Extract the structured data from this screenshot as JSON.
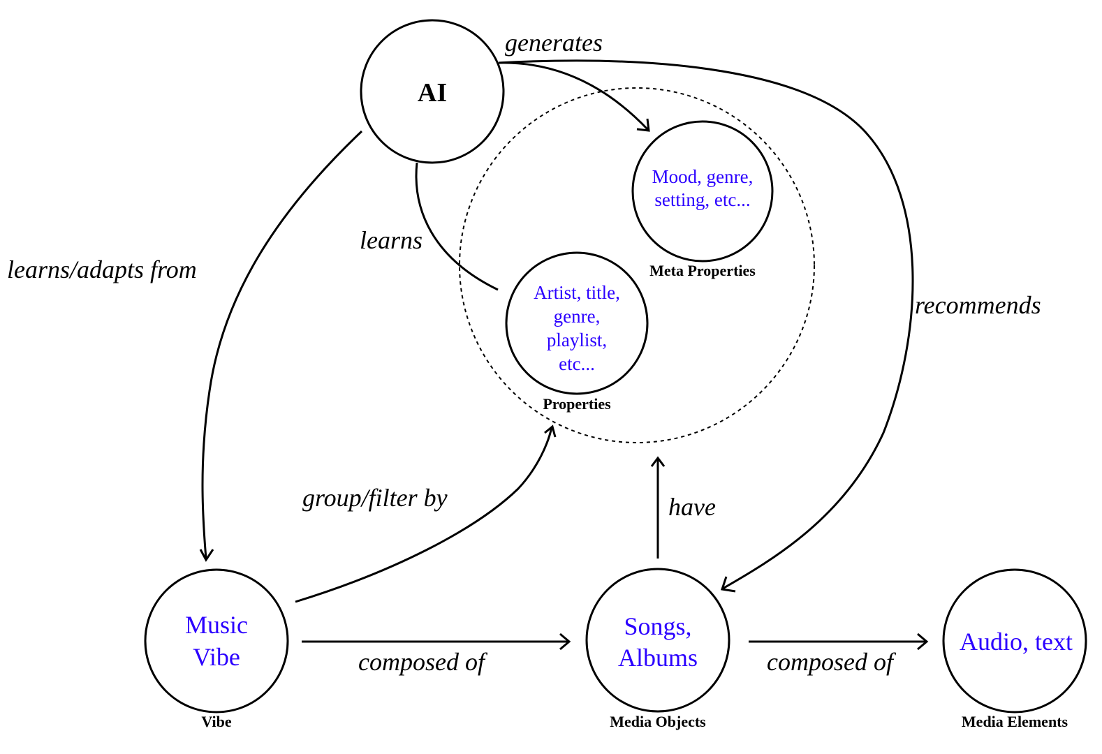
{
  "colors": {
    "node_text": "#2b00ff",
    "stroke": "#000000",
    "background": "#ffffff"
  },
  "nodes": {
    "ai": {
      "lines": [
        "AI"
      ],
      "caption": ""
    },
    "meta_properties": {
      "lines": [
        "Mood, genre,",
        "setting, etc..."
      ],
      "caption": "Meta Properties"
    },
    "properties": {
      "lines": [
        "Artist, title,",
        "genre,",
        "playlist,",
        "etc..."
      ],
      "caption": "Properties"
    },
    "vibe": {
      "lines": [
        "Music",
        "Vibe"
      ],
      "caption": "Vibe"
    },
    "media_objects": {
      "lines": [
        "Songs,",
        "Albums"
      ],
      "caption": "Media Objects"
    },
    "media_elements": {
      "lines": [
        "Audio, text"
      ],
      "caption": "Media Elements"
    }
  },
  "edges": {
    "generates": {
      "label": "generates",
      "from": "AI",
      "to": "Meta Properties"
    },
    "recommends": {
      "label": "recommends",
      "from": "AI",
      "to": "Media Objects"
    },
    "learns": {
      "label": "learns",
      "from": "AI",
      "to": "Properties"
    },
    "learns_adapts_from": {
      "label": "learns/adapts from",
      "from": "AI",
      "to": "Vibe"
    },
    "group_filter_by": {
      "label": "group/filter by",
      "from": "Vibe",
      "to": "Properties group"
    },
    "have": {
      "label": "have",
      "from": "Media Objects",
      "to": "Properties group"
    },
    "composed_of_1": {
      "label": "composed of",
      "from": "Vibe",
      "to": "Media Objects"
    },
    "composed_of_2": {
      "label": "composed of",
      "from": "Media Objects",
      "to": "Media Elements"
    }
  }
}
